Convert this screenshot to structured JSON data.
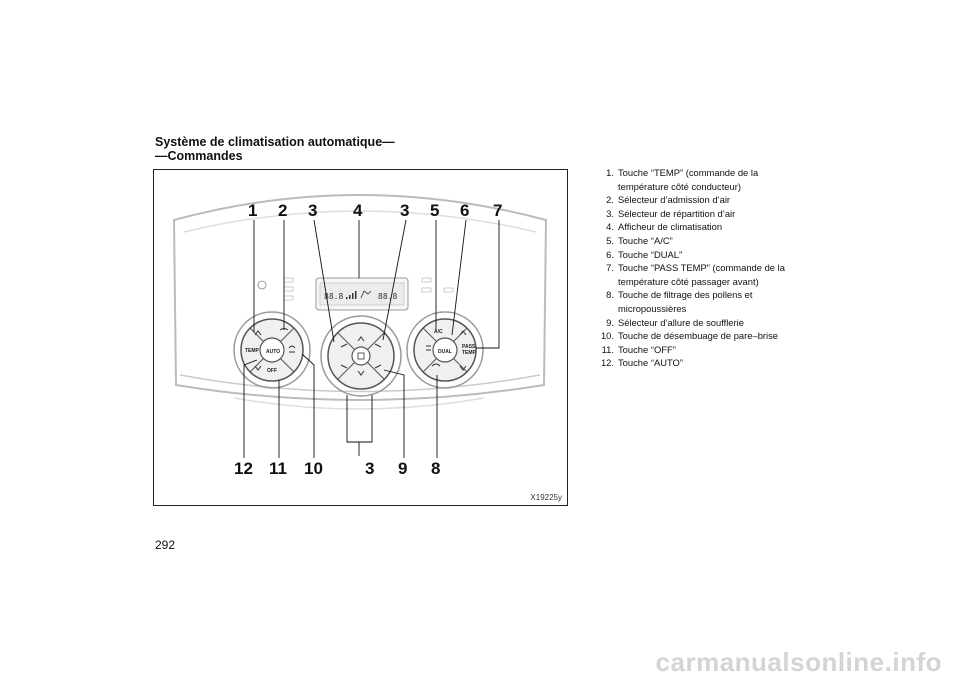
{
  "heading": {
    "line1": "Système de climatisation automatique—",
    "line2": "—Commandes"
  },
  "figure": {
    "code": "X19225y",
    "display_left": "88.8",
    "display_right": "88.8",
    "callouts_top": [
      "1",
      "2",
      "3",
      "4",
      "3",
      "5",
      "6",
      "7"
    ],
    "callouts_bottom": [
      "12",
      "11",
      "10",
      "3",
      "9",
      "8"
    ],
    "buttons": {
      "temp": "TEMP",
      "auto": "AUTO",
      "off": "OFF",
      "ac": "A/C",
      "dual": "DUAL",
      "pass": "PASS",
      "pass_temp": "TEMP"
    }
  },
  "legend": [
    {
      "num": "1.",
      "text": "Touche “TEMP” (commande de la",
      "cont": "température côté conducteur)"
    },
    {
      "num": "2.",
      "text": "Sélecteur d’admission d’air"
    },
    {
      "num": "3.",
      "text": "Sélecteur de répartition d’air"
    },
    {
      "num": "4.",
      "text": "Afficheur de climatisation"
    },
    {
      "num": "5.",
      "text": "Touche “A/C”"
    },
    {
      "num": "6.",
      "text": "Touche “DUAL”"
    },
    {
      "num": "7.",
      "text": "Touche “PASS TEMP” (commande de la",
      "cont": "température côté passager avant)"
    },
    {
      "num": "8.",
      "text": "Touche de filtrage des pollens et",
      "cont": "micropoussières"
    },
    {
      "num": "9.",
      "text": "Sélecteur d’allure de soufflerie"
    },
    {
      "num": "10.",
      "text": "Touche de désembuage de pare–brise"
    },
    {
      "num": "11.",
      "text": "Touche “OFF”"
    },
    {
      "num": "12.",
      "text": "Touche “AUTO”"
    }
  ],
  "page_number": "292",
  "watermark": "carmanualsonline.info"
}
